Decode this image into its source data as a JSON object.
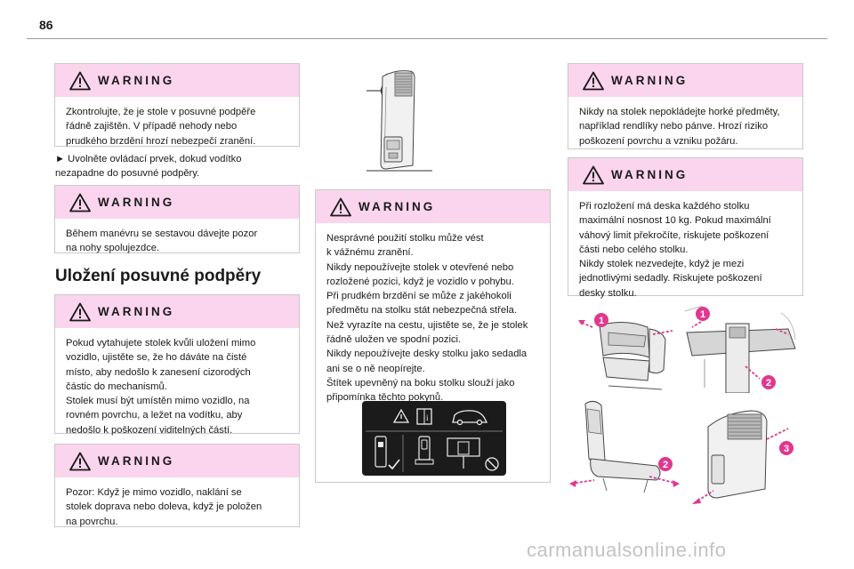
{
  "page": {
    "number": "86"
  },
  "warning_label": "WARNING",
  "left": {
    "warning1": "Zkontrolujte, že je stole v posuvné podpěře\nřádně zajištěn. V případě nehody nebo\nprudkého brzdění hrozí nebezpečí zranění.",
    "step": "► Uvolněte ovládací prvek, dokud vodítko\nnezapadne do posuvné podpěry.",
    "warning2": "Během manévru se sestavou dávejte pozor\nna nohy spolujezdce.",
    "section_title": "Uložení posuvné podpěry",
    "warning3": "Pokud vytahujete stolek kvůli uložení mimo\nvozidlo, ujistěte se, že ho dáváte na čisté\nmísto, aby nedošlo k zanesení cizorodých\nčástic do mechanismů.\nStolek musí být umístěn mimo vozidlo, na\nrovném povrchu, a ležet na vodítku, aby\nnedošlo k poškození viditelných částí.",
    "warning4": "Pozor: Když je mimo vozidlo, naklání se\nstolek doprava nebo doleva, když je položen\nna povrchu."
  },
  "middle": {
    "warning": "Nesprávné použití stolku může vést\nk vážnému zranění.\nNikdy nepoužívejte stolek v otevřené nebo\nrozložené pozici, když je vozidlo v pohybu.\nPři prudkém brzdění se může z jakéhokoli\npředmětu na stolku stát nebezpečná střela.\nNež vyrazíte na cestu, ujistěte se, že je stolek\nřádně uložen ve spodní pozici.\nNikdy nepoužívejte desky stolku jako sedadla\nani se o ně neopírejte.\nŠtítek upevněný na boku stolku slouží jako\npřipomínka těchto pokynů."
  },
  "right": {
    "warning1": "Nikdy na stolek nepokládejte horké předměty,\nnapříklad rendlíky nebo pánve. Hrozí riziko\npoškození povrchu a vzniku požáru.",
    "warning2": "Při rozložení má deska každého stolku\nmaximální nosnost 10 kg. Pokud maximální\nváhový limit překročíte, riskujete poškození\nčásti nebo celého stolku.\nNikdy stolek nezvedejte, když je mezi\njednotlivými sedadly. Riskujete poškození\ndesky stolku."
  },
  "callouts": [
    "1",
    "1",
    "2",
    "2",
    "3"
  ],
  "watermark": "carmanualsonline.info",
  "colors": {
    "warning_header": "#fbd5ee",
    "callout": "#e0378f",
    "label_bg": "#1b1b1b"
  }
}
